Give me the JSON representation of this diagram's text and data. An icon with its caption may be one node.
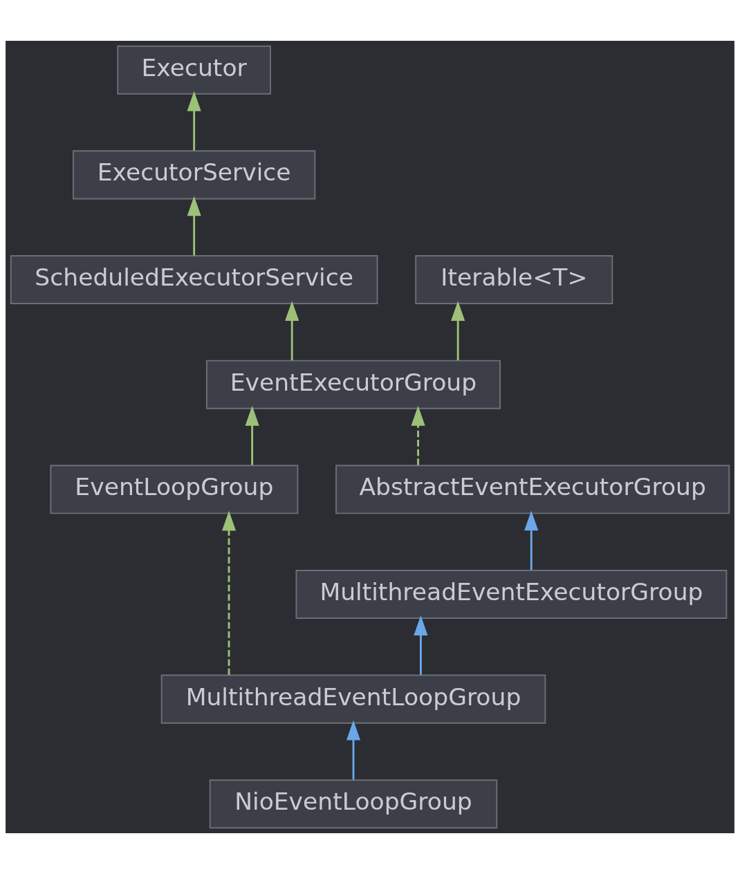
{
  "diagram": {
    "nodes": [
      {
        "text": [
          "Executor"
        ]
      },
      {
        "text": [
          "ExecutorService"
        ]
      },
      {
        "text": [
          "ScheduledExecutorService"
        ]
      },
      {
        "text": [
          "Iterable<T>"
        ]
      },
      {
        "text": [
          "EventExecutorGroup"
        ]
      },
      {
        "text": [
          "AbstractEventExecutorGroup"
        ]
      },
      {
        "text": [
          "EventLoopGroup"
        ]
      },
      {
        "text": [
          "MultithreadEventExecutorGroup"
        ]
      },
      {
        "text": [
          "MultithreadEventLoopGroup"
        ]
      },
      {
        "text": [
          "NioEventLoopGroup"
        ]
      }
    ],
    "edges": [
      {
        "from": 1,
        "to": 0,
        "arrow": "to"
      },
      {
        "from": 2,
        "to": 1,
        "arrow": "to"
      },
      {
        "from": 4,
        "to": 2,
        "arrow": "to"
      },
      {
        "from": 4,
        "to": 3,
        "arrow": "to"
      },
      {
        "from": 5,
        "to": 4,
        "arrow": "to",
        "style": "dashed"
      },
      {
        "from": 6,
        "to": 4,
        "arrow": "to"
      },
      {
        "from": 7,
        "to": 5,
        "arrow": "to",
        "color": "#6aa7e8"
      },
      {
        "from": 8,
        "to": 7,
        "arrow": "to",
        "color": "#6aa7e8"
      },
      {
        "from": 8,
        "to": 6,
        "arrow": "to",
        "style": "dashed"
      },
      {
        "from": 9,
        "to": 8,
        "arrow": "to",
        "color": "#6aa7e8"
      }
    ]
  }
}
